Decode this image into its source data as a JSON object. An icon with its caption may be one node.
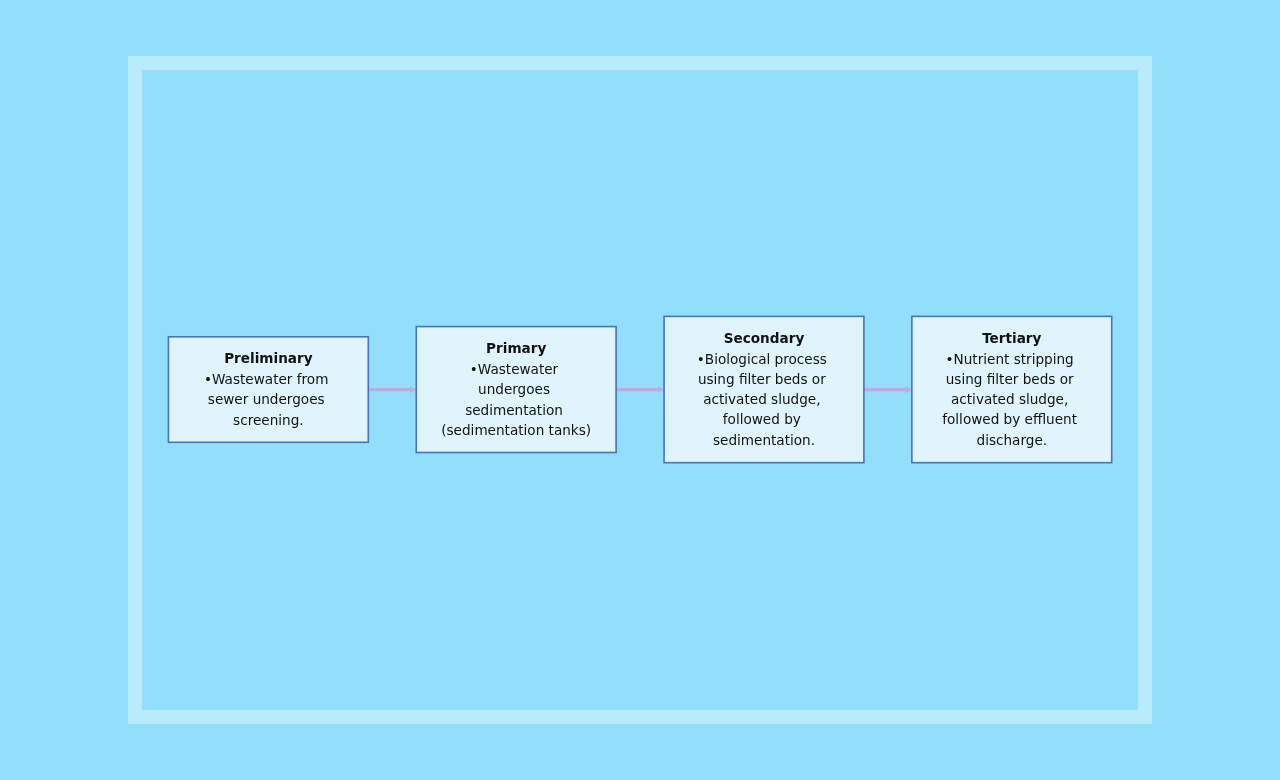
{
  "diagram": {
    "nodes": [
      {
        "text": [
          "Preliminary",
          "•Wastewater from sewer undergoes screening."
        ]
      },
      {
        "text": [
          "Primary",
          "•Wastewater undergoes sedimentation (sedimentation tanks)"
        ]
      },
      {
        "text": [
          "Secondary",
          "•Biological process using filter beds or activated sludge, followed by sedimentation."
        ]
      },
      {
        "text": [
          "Tertiary",
          "•Nutrient stripping using filter beds or activated sludge, followed by effluent discharge."
        ]
      }
    ],
    "edges": [
      {
        "from": 0,
        "to": 1,
        "arrow": "to"
      },
      {
        "from": 1,
        "to": 2,
        "arrow": "to"
      },
      {
        "from": 2,
        "to": 3,
        "arrow": "to"
      }
    ]
  }
}
